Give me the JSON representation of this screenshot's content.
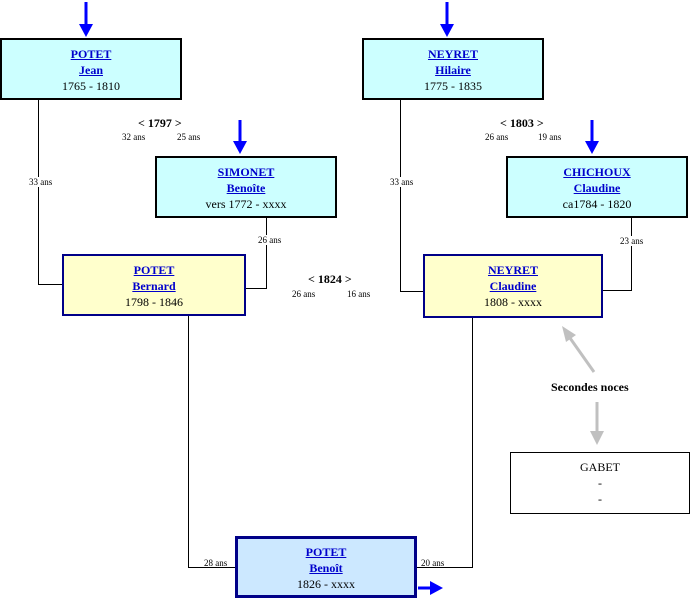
{
  "persons": {
    "potet_jean": {
      "surname": "POTET",
      "given": "Jean",
      "dates": "1765 - 1810"
    },
    "neyret_hilaire": {
      "surname": "NEYRET",
      "given": "Hilaire",
      "dates": "1775 - 1835"
    },
    "simonet_benoite": {
      "surname": "SIMONET",
      "given": "Benoîte",
      "dates": "vers 1772 - xxxx"
    },
    "chichoux_claudine": {
      "surname": "CHICHOUX",
      "given": "Claudine",
      "dates": "ca1784 - 1820"
    },
    "potet_bernard": {
      "surname": "POTET",
      "given": "Bernard",
      "dates": "1798 - 1846"
    },
    "neyret_claudine": {
      "surname": "NEYRET",
      "given": "Claudine",
      "dates": "1808 - xxxx"
    },
    "potet_benoit": {
      "surname": "POTET",
      "given": "Benoît",
      "dates": "1826 - xxxx"
    },
    "gabet": {
      "surname": "GABET",
      "line2": "-",
      "line3": "-"
    }
  },
  "marriages": {
    "m1797": {
      "year": "< 1797 >",
      "husband_age": "32 ans",
      "wife_age": "25 ans"
    },
    "m1803": {
      "year": "< 1803 >",
      "husband_age": "26 ans",
      "wife_age": "19 ans"
    },
    "m1824": {
      "year": "< 1824 >",
      "husband_age": "26 ans",
      "wife_age": "16 ans"
    }
  },
  "ages": {
    "jean_at_bernard": "33 ans",
    "benoite_at_bernard": "26 ans",
    "hilaire_at_claudine": "33 ans",
    "chichoux_at_claudine": "23 ans",
    "bernard_at_benoit": "28 ans",
    "claudine_at_benoit": "20 ans"
  },
  "second_marriage_label": "Secondes noces",
  "colors": {
    "link": "#0000cc",
    "arrow": "#0000ff",
    "grey_arrow": "#c0c0c0",
    "cyan": "#ccffff",
    "yellow": "#ffffcc",
    "main": "#cce8ff",
    "border_dark": "#000088"
  }
}
